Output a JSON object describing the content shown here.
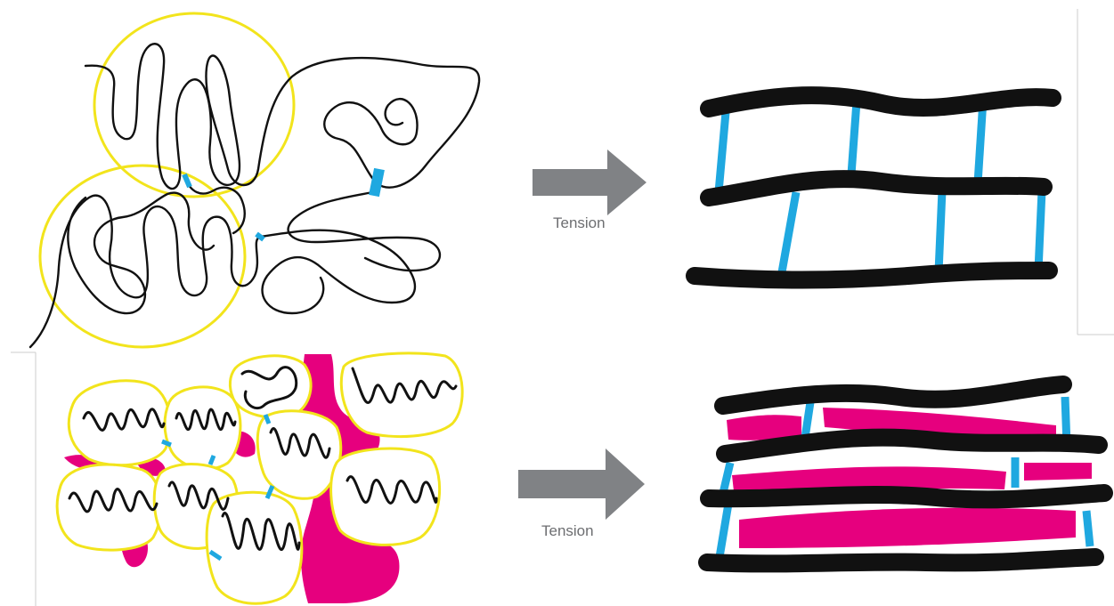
{
  "panels": [
    {
      "id": "top",
      "arrow_label": "Tension"
    },
    {
      "id": "bottom",
      "arrow_label": "Tension"
    }
  ],
  "colors": {
    "chain": "#111111",
    "crosslink": "#1fa8e0",
    "domain_outline": "#f2e41c",
    "filler": "#e6007e",
    "arrow": "#808285",
    "label": "#6d6e71",
    "divider": "#cccccc"
  }
}
